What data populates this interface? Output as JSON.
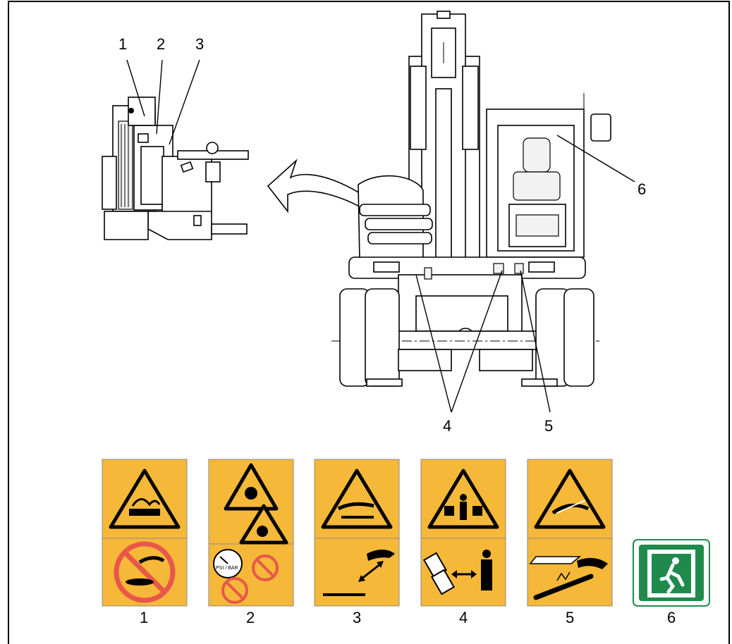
{
  "callouts": {
    "top_left": [
      "1",
      "2",
      "3"
    ],
    "right_6": "6",
    "bottom_4": "4",
    "bottom_5": "5"
  },
  "decals": [
    {
      "number": "1",
      "hazard": "hot-surface-warning",
      "instruction": "do-not-touch"
    },
    {
      "number": "2",
      "hazard": "explosion-warning",
      "instruction": "pressure-gauge-no-flame",
      "gauge_text": "PSI / BAR"
    },
    {
      "number": "3",
      "hazard": "hot-surface-hand",
      "instruction": "keep-hand-away-from-hot-surface"
    },
    {
      "number": "4",
      "hazard": "crush-between-parts",
      "instruction": "keep-distance-from-swing"
    },
    {
      "number": "5",
      "hazard": "hand-injury",
      "instruction": "hand-cut-hazard"
    },
    {
      "number": "6",
      "hazard": "emergency-exit",
      "instruction": "emergency-exit"
    }
  ],
  "colors": {
    "decal_yellow": "#f6b838",
    "prohibition_red": "#e8574a",
    "exit_green": "#1f8a4c"
  }
}
